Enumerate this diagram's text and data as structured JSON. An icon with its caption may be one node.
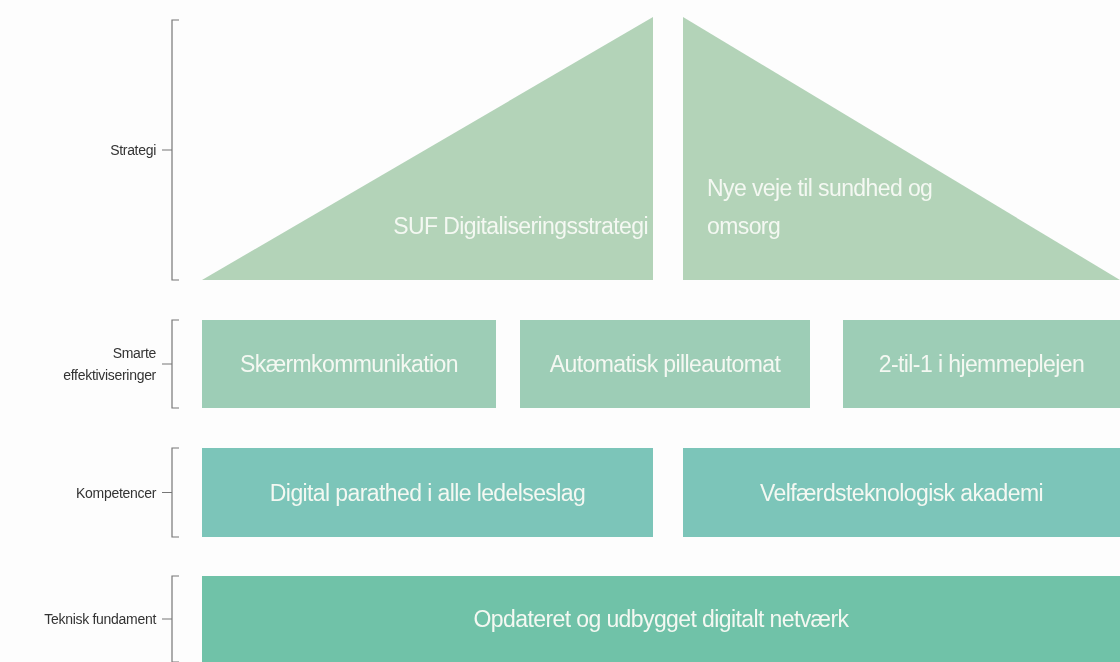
{
  "diagram": {
    "nodes": [
      {
        "text": [
          "SUF Digitaliseringsstrategi"
        ]
      },
      {
        "text": [
          "Nye veje til sundhed og omsorg"
        ]
      },
      {
        "text": [
          "Skærmkommunikation"
        ]
      },
      {
        "text": [
          "Automatisk pilleautomat"
        ]
      },
      {
        "text": [
          "2-til-1 i hjemmeplejen"
        ]
      },
      {
        "text": [
          "Digital parathed i alle ledelseslag"
        ]
      },
      {
        "text": [
          "Velfærdsteknologisk akademi"
        ]
      },
      {
        "text": [
          "Opdateret og udbygget digitalt netværk"
        ]
      }
    ],
    "edges": [],
    "labels": [
      "Strategi",
      "Smarte effektiviseringer",
      "Kompetencer",
      "Teknisk fundament"
    ]
  }
}
